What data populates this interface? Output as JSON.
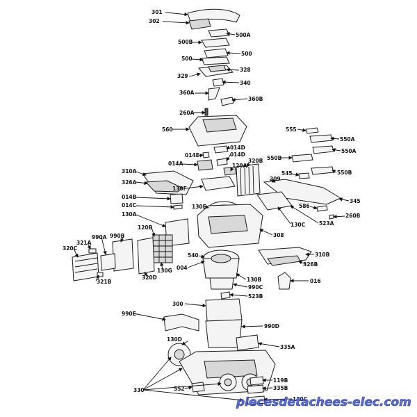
{
  "labels": [
    "301",
    "302",
    "500A",
    "500B",
    "500",
    "500",
    "328",
    "329",
    "340",
    "360A",
    "360B",
    "260A",
    "560",
    "555",
    "550A",
    "550A",
    "550B",
    "550B",
    "545",
    "014D",
    "014E",
    "014D",
    "320B",
    "014A",
    "120A",
    "310A",
    "326A",
    "309",
    "345",
    "130F",
    "014B",
    "014C",
    "586",
    "260B",
    "130E",
    "130C",
    "523A",
    "130A",
    "120B",
    "308",
    "990B",
    "321A",
    "990A",
    "320C",
    "130G",
    "320D",
    "540",
    "310B",
    "326B",
    "004",
    "130B",
    "990C",
    "016",
    "321B",
    "523B",
    "300",
    "990E",
    "990D",
    "130D",
    "335A",
    "330",
    "552",
    "119B",
    "335B",
    "130C"
  ],
  "watermark": "piecesdetachees-elec.com"
}
